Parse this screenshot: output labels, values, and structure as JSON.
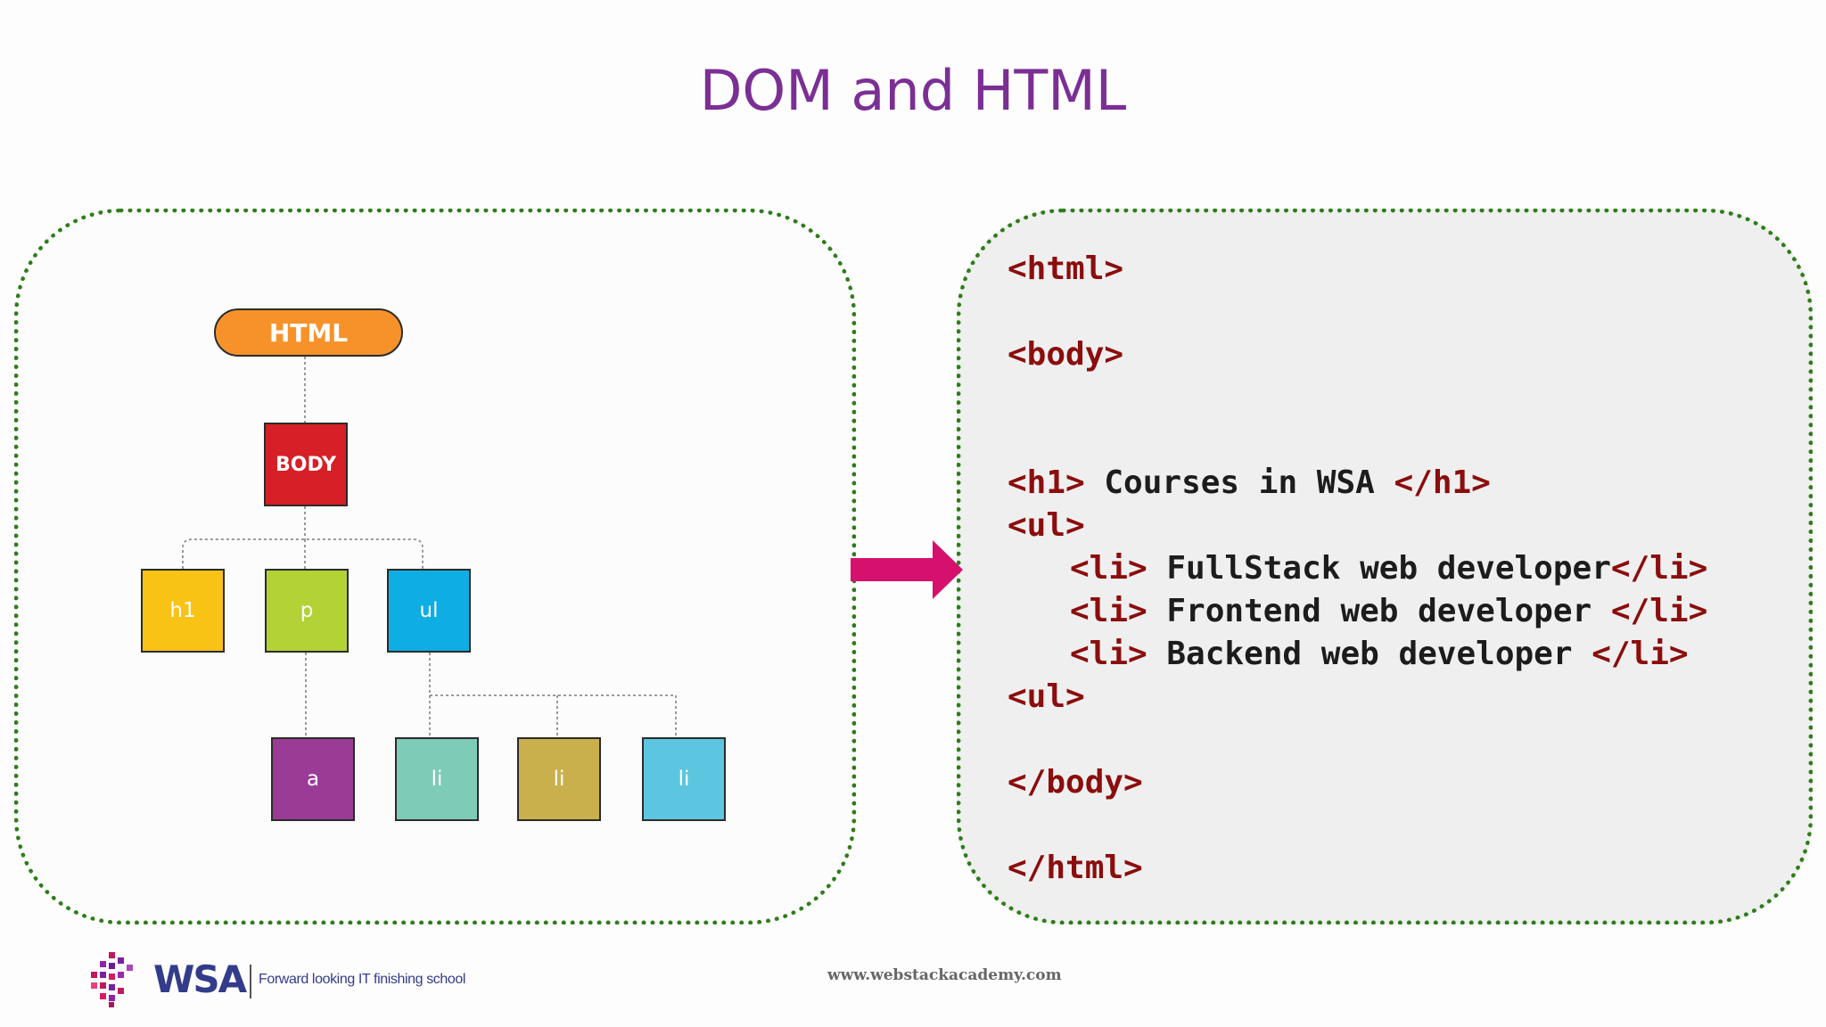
{
  "title": "DOM and HTML",
  "tree": {
    "root": "HTML",
    "body": "BODY",
    "h1": "h1",
    "p": "p",
    "ul": "ul",
    "a": "a",
    "li1": "li",
    "li2": "li",
    "li3": "li"
  },
  "code": {
    "html_open": "<html>",
    "body_open": "<body>",
    "h1_open": "<h1>",
    "h1_text": " Courses in WSA ",
    "h1_close": "</h1>",
    "ul_open": "<ul>",
    "items": [
      {
        "open": "<li>",
        "text": " FullStack web developer",
        "close": "</li>"
      },
      {
        "open": "<li>",
        "text": " Frontend web developer ",
        "close": "</li>"
      },
      {
        "open": "<li>",
        "text": " Backend web developer ",
        "close": "</li>"
      }
    ],
    "ul_end": "<ul>",
    "body_close": "</body>",
    "html_close": "</html>"
  },
  "footer": {
    "brand": "WSA",
    "tagline": "Forward looking IT finishing school",
    "website": "www.webstackacademy.com"
  },
  "colors": {
    "title": "#7b2f95",
    "panel_border": "#2e7d1a",
    "tag": "#8b0d0d",
    "arrow": "#d6106d",
    "html_node": "#f7922a",
    "body_node": "#d71f27",
    "h1_node": "#f9c315",
    "p_node": "#b2d235",
    "ul_node": "#0eaee4",
    "a_node": "#9a3c96",
    "li1_node": "#7ecbb8",
    "li2_node": "#c9b04c",
    "li3_node": "#5cc6e0"
  }
}
